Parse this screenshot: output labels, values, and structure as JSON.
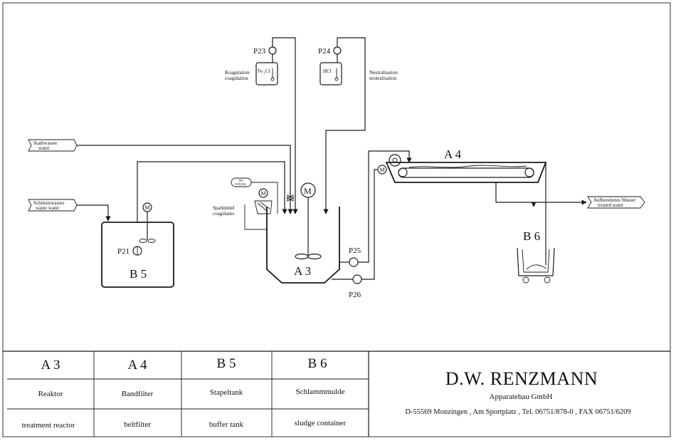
{
  "streams": {
    "stadtwasser": {
      "de": "Stadtwasser",
      "en": "water"
    },
    "schmutzwasser": {
      "de": "Schmutzwasser",
      "en": "waste water"
    },
    "aufbereitetes": {
      "de": "Aufbereitetes Wasser",
      "en": "treated water"
    }
  },
  "chemicals": {
    "koagulation": {
      "de": "Koagulation",
      "en": "coagulation"
    },
    "neutralisation": {
      "de": "Neutralisation",
      "en": "neutralisation"
    },
    "fecl_label": "Fe",
    "fecl_sub": "2",
    "fecl_tail": "Cl",
    "hcl_label": "HCl",
    "spaltmittel": {
      "de": "Spaltmittel",
      "en": "coagulants"
    },
    "ph_probe_line1": "PH",
    "ph_probe_line2": "STEUER."
  },
  "equipment": {
    "p23": "P23",
    "p24": "P24",
    "p21": "P21",
    "p25": "P25",
    "p26": "P26",
    "a3": "A 3",
    "a4": "A 4",
    "b5": "B 5",
    "b6": "B 6",
    "motor": "M"
  },
  "legend_table": {
    "columns": [
      {
        "code": "A 3",
        "de": "Reaktor",
        "en": "treatment reactor"
      },
      {
        "code": "A 4",
        "de": "Bandfilter",
        "en": "beltfilter"
      },
      {
        "code": "B 5",
        "de": "Stapeltank",
        "en": "buffer tank"
      },
      {
        "code": "B 6",
        "de": "Schlammmulde",
        "en": "sludge container"
      }
    ]
  },
  "company": {
    "name": "D.W. RENZMANN",
    "subtitle": "Apparatebau GmbH",
    "address": "D-55569 Monzingen , Am Sportplatz , Tel. 06751/878-0 , FAX 06751/6209"
  }
}
